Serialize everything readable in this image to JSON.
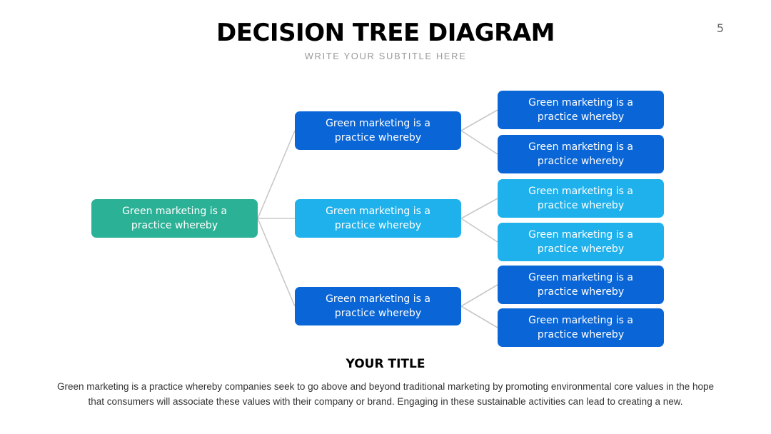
{
  "page_number": "5",
  "title": "DECISION TREE DIAGRAM",
  "subtitle": "WRITE YOUR SUBTITLE HERE",
  "colors": {
    "root": "#2bb195",
    "dark_blue": "#0a66d6",
    "light_blue": "#1eb1ec",
    "connector": "#c8c8c8"
  },
  "tree": {
    "root": {
      "text": "Green marketing is a practice whereby",
      "color": "root"
    },
    "branches": [
      {
        "text": "Green marketing is a practice whereby",
        "color": "dark_blue",
        "leaves": [
          {
            "text": "Green marketing is a practice whereby",
            "color": "dark_blue"
          },
          {
            "text": "Green marketing is a practice whereby",
            "color": "dark_blue"
          }
        ]
      },
      {
        "text": "Green marketing is a practice whereby",
        "color": "light_blue",
        "leaves": [
          {
            "text": "Green marketing is a practice whereby",
            "color": "light_blue"
          },
          {
            "text": "Green marketing is a practice whereby",
            "color": "light_blue"
          }
        ]
      },
      {
        "text": "Green marketing is a practice whereby",
        "color": "dark_blue",
        "leaves": [
          {
            "text": "Green marketing is a practice whereby",
            "color": "dark_blue"
          },
          {
            "text": "Green marketing is a practice whereby",
            "color": "dark_blue"
          }
        ]
      }
    ]
  },
  "footer": {
    "title": "YOUR TITLE",
    "body": "Green marketing is a practice whereby companies seek to go above and beyond traditional marketing by promoting environmental core values in the hope that consumers will associate these values with their company or brand. Engaging in these sustainable activities can lead to creating a new."
  }
}
